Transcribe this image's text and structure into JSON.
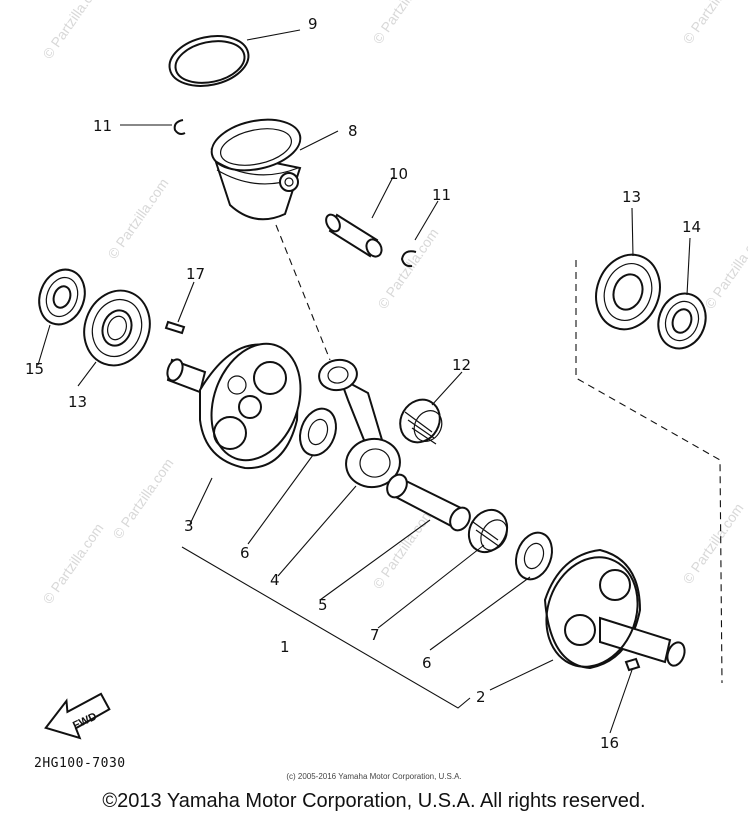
{
  "watermark": "© Partzilla.com",
  "callouts": {
    "c1": "1",
    "c2": "2",
    "c3": "3",
    "c4": "4",
    "c5": "5",
    "c6a": "6",
    "c6b": "6",
    "c7": "7",
    "c8": "8",
    "c9": "9",
    "c10": "10",
    "c11a": "11",
    "c11b": "11",
    "c12": "12",
    "c13a": "13",
    "c13b": "13",
    "c14": "14",
    "c15": "15",
    "c16": "16",
    "c17": "17"
  },
  "fwd_label": "FWD",
  "drawing_code": "2HG100-7030",
  "small_copyright": "(c) 2005-2016 Yamaha Motor Corporation, U.S.A.",
  "main_copyright": "©2013 Yamaha Motor Corporation, U.S.A. All rights reserved."
}
